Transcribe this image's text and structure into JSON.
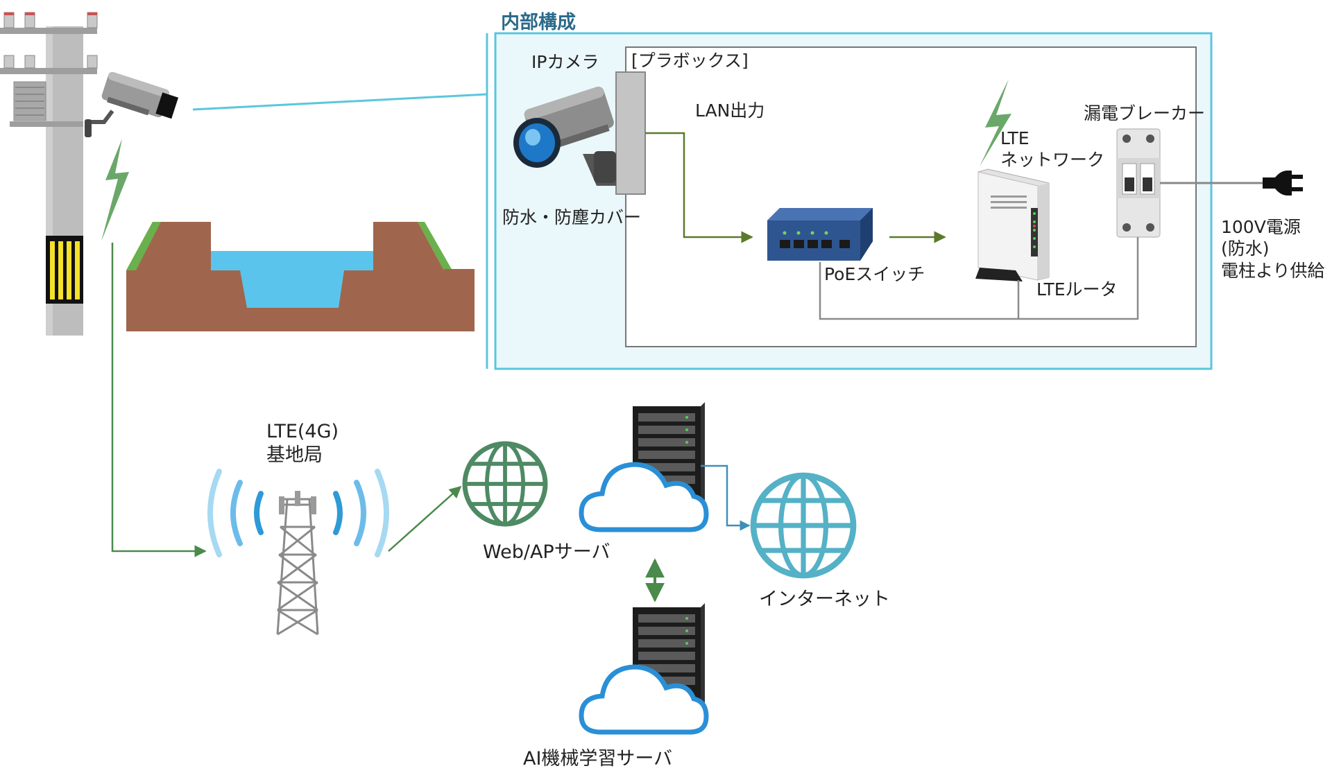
{
  "inner": {
    "title": "内部構成",
    "plabox_label": "[プラボックス]"
  },
  "labels": {
    "ip_camera": "IPカメラ",
    "lan_output": "LAN出力",
    "cover": "防水・防塵カバー",
    "poe_switch": "PoEスイッチ",
    "lte_network": "LTE\nネットワーク",
    "lte_router": "LTEルータ",
    "breaker": "漏電ブレーカー",
    "power": "100V電源\n(防水)\n電柱より供給",
    "base_station": "LTE(4G)\n基地局",
    "web_ap_server": "Web/APサーバ",
    "internet": "インターネット",
    "ai_server": "AI機械学習サーバ"
  },
  "colors": {
    "inner_frame": "#5bc6dc",
    "inner_fill": "#eaf7fb",
    "green_line": "#4a8a4a",
    "lan_line": "#5a7a2a",
    "gray_line": "#8a8a8a",
    "globe_green": "#4e8a63",
    "globe_teal": "#54b1c6",
    "cloud_blue": "#2a8fd6",
    "water": "#5bc4ec",
    "earth": "#a0654d",
    "grass": "#6ab04c",
    "bolt": "#6aa86a"
  },
  "icons": {
    "pole": "utility-pole-icon",
    "camera": "security-camera-icon",
    "river": "river-cross-section-icon",
    "switch": "network-switch-icon",
    "router": "lte-router-icon",
    "breaker": "circuit-breaker-icon",
    "plug": "power-plug-icon",
    "tower": "cell-tower-icon",
    "globe": "globe-icon",
    "server": "server-rack-icon",
    "cloud": "cloud-icon",
    "bolt": "lightning-bolt-icon"
  }
}
